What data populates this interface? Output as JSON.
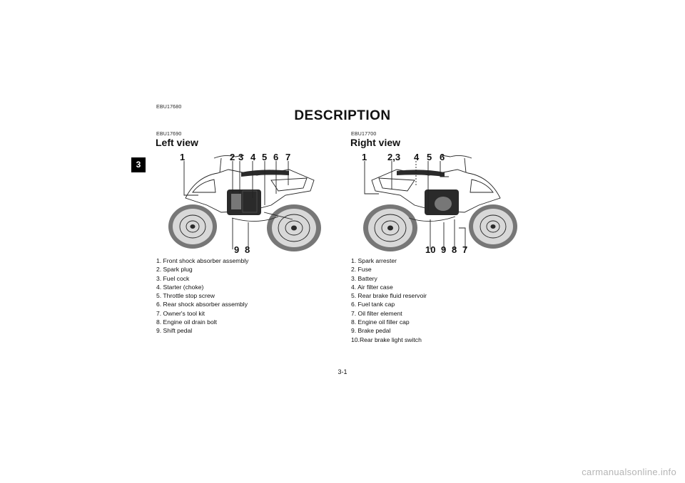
{
  "header": {
    "doc_code": "EBU17680",
    "title": "DESCRIPTION"
  },
  "chapter_tab": "3",
  "left": {
    "code": "EBU17690",
    "heading": "Left view",
    "callouts_top": [
      "1",
      "2",
      "3",
      "4",
      "5",
      "6",
      "7"
    ],
    "callouts_bottom": [
      "9",
      "8"
    ],
    "items": [
      "1.  Front shock absorber assembly",
      "2.  Spark plug",
      "3.  Fuel cock",
      "4.  Starter (choke)",
      "5.  Throttle stop screw",
      "6.  Rear shock absorber assembly",
      "7.  Owner's tool kit",
      "8.  Engine oil drain bolt",
      "9.  Shift pedal"
    ]
  },
  "right": {
    "code": "EBU17700",
    "heading": "Right view",
    "callouts_top": [
      "1",
      "2,3",
      "4",
      "5",
      "6"
    ],
    "callouts_bottom": [
      "10",
      "9",
      "8",
      "7"
    ],
    "items": [
      "1.  Spark arrester",
      "2.  Fuse",
      "3.  Battery",
      "4.  Air filter case",
      "5.  Rear brake fluid reservoir",
      "6.  Fuel tank cap",
      "7.  Oil filter element",
      "8.  Engine oil filler cap",
      "9.  Brake pedal",
      "10.Rear brake light switch"
    ]
  },
  "footer": {
    "page_number": "3-1",
    "watermark": "carmanualsonline.info"
  },
  "icons": {
    "left_illustration": "atv-left-side-illustration",
    "right_illustration": "atv-right-side-illustration"
  }
}
